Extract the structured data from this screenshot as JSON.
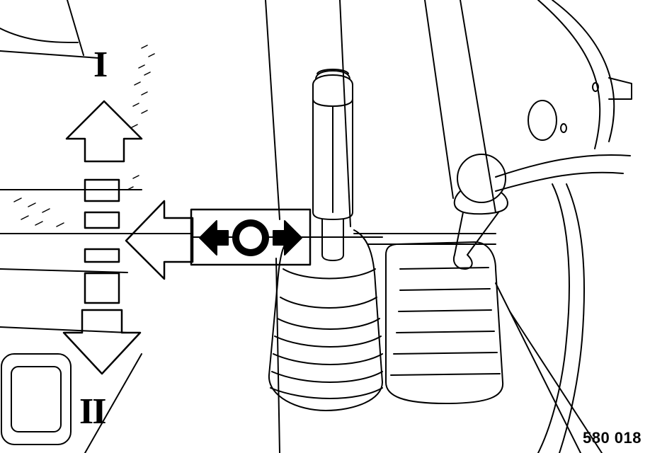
{
  "labels": {
    "position_one": "I",
    "position_two": "II"
  },
  "figure_number": "580 018",
  "icons": {
    "arrow_up": "arrow-up-icon",
    "arrow_down": "arrow-down-icon",
    "arrow_left": "arrow-left-icon",
    "direction_symbol": "left-right-rotate-icon"
  },
  "colors": {
    "line": "#000000",
    "background": "#ffffff"
  }
}
